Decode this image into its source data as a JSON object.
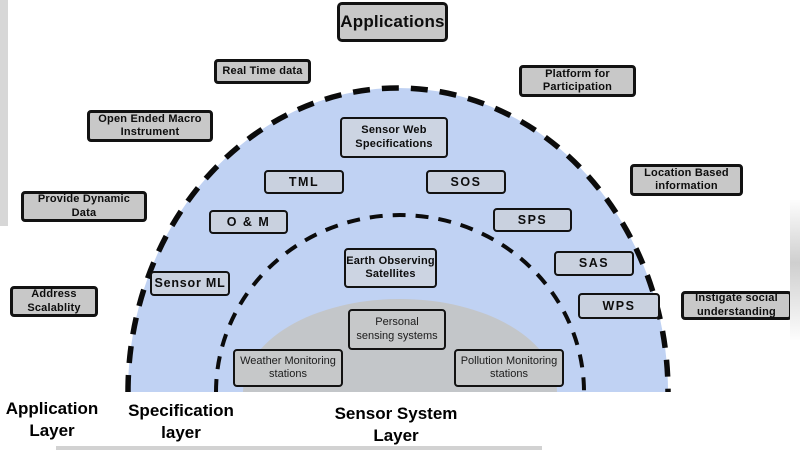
{
  "colors": {
    "dome_blue": "#c0d2f3",
    "dome_inner_gray": "#c3c4c6",
    "box_gray": "#c8c8c8",
    "box_blue_gray": "#ccd4e2",
    "border_black": "#121212"
  },
  "labels": {
    "applications": "Applications",
    "real_time_data": "Real Time data",
    "platform_for_participation": "Platform for\nParticipation",
    "open_ended_macro_instrument": "Open Ended Macro\nInstrument",
    "sensor_web_specifications": "Sensor Web\nSpecifications",
    "tml": "TML",
    "sos": "SOS",
    "o_and_m": "O & M",
    "sps": "SPS",
    "location_based_information": "Location Based\ninformation",
    "provide_dynamic_data": "Provide Dynamic\nData",
    "sensor_ml": "Sensor ML",
    "earth_observing_satellites": "Earth Observing\nSatellites",
    "sas": "SAS",
    "wps": "WPS",
    "address_scalability": "Address\nScalablity",
    "instigate_social_understanding": "Instigate social\nunderstanding",
    "personal_sensing_systems": "Personal\nsensing systems",
    "weather_monitoring_stations": "Weather Monitoring\nstations",
    "pollution_monitoring_stations": "Pollution Monitoring\nstations"
  },
  "layer_captions": {
    "application_layer": "Application\nLayer",
    "specification_layer": "Specification\nlayer",
    "sensor_system_layer": "Sensor System\nLayer"
  }
}
